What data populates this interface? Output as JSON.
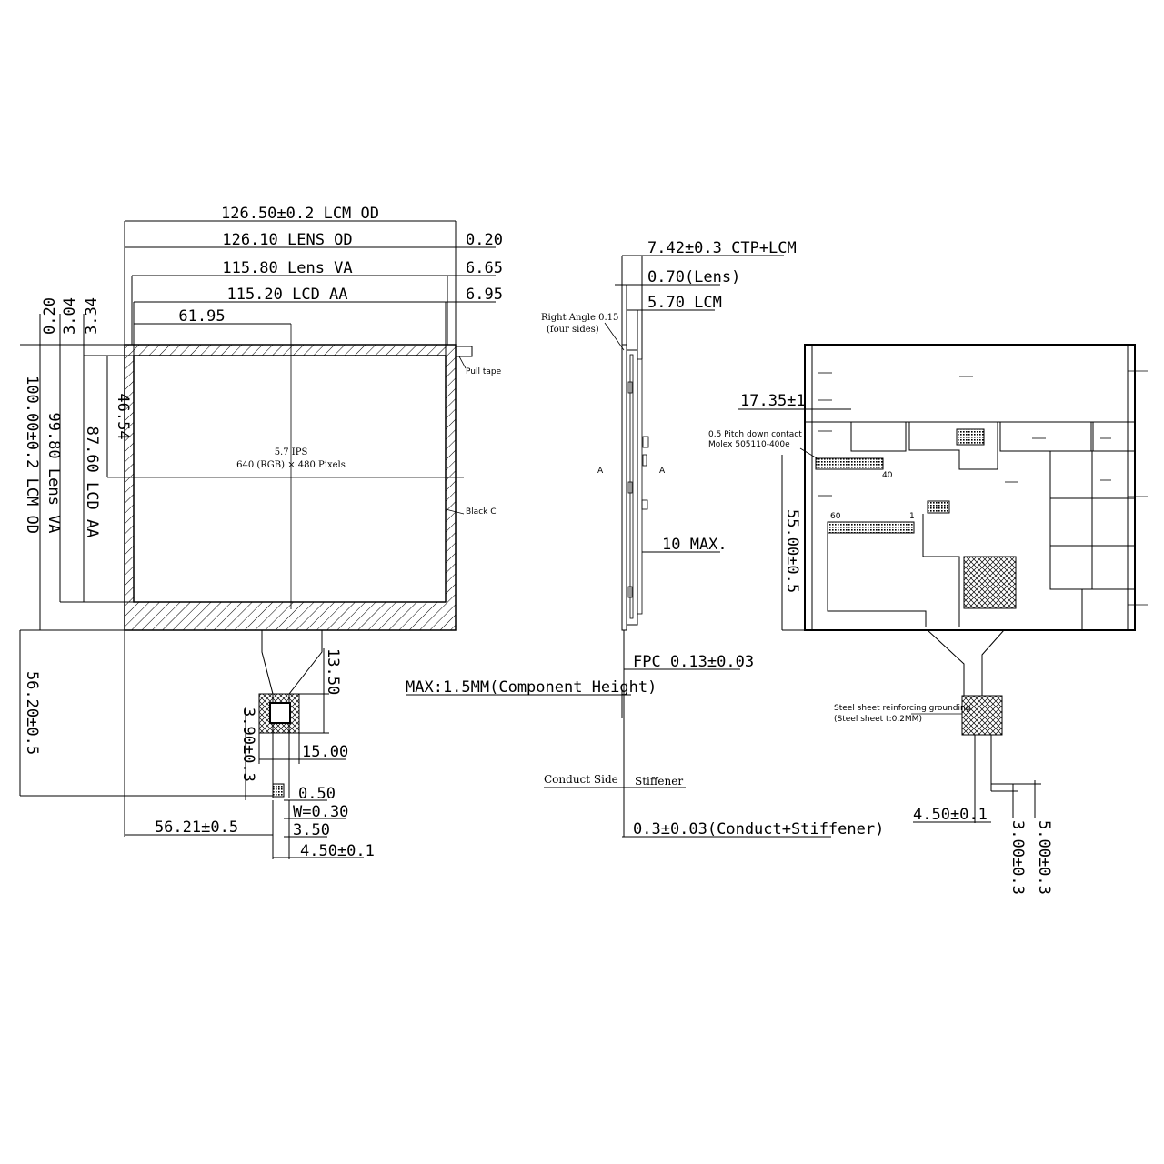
{
  "front_view": {
    "dims": {
      "lcm_od_w": "126.50±0.2 LCM OD",
      "lens_od_w": "126.10 LENS OD",
      "lens_od_off": "0.20",
      "lens_va_w": "115.80 Lens VA",
      "lens_va_off": "6.65",
      "lcd_aa_w": "115.20 LCD AA",
      "lcd_aa_off": "6.95",
      "center_x": "61.95",
      "left_020": "0.20",
      "left_304": "3.04",
      "left_334": "3.34",
      "center_y": "46.54",
      "lcm_od_h": "100.00±0.2 LCM OD",
      "lens_va_h": "99.80 Lens VA",
      "lcd_aa_h": "87.60 LCD AA",
      "fpc_len": "56.20±0.5",
      "stiff_h": "13.50",
      "stiff_pos": "3.90±0.3",
      "stiff_w": "15.00",
      "pin_pitch": "0.50",
      "pin_w": "W=0.30",
      "tail_350": "3.50",
      "tail_450": "4.50±0.1",
      "fpc_x": "56.21±0.5"
    },
    "center_label": "5.7 IPS",
    "pixels_label": "640 (RGB) × 480 Pixels",
    "pull_tape": "Pull tape",
    "black_c": "Black C"
  },
  "side_view": {
    "total": "7.42±0.3 CTP+LCM",
    "lens": "0.70(Lens)",
    "lcm": "5.70 LCM",
    "right_angle": "Right Angle 0.15",
    "four_sides": "(four sides)",
    "max10": "10 MAX.",
    "fpc_thk": "FPC 0.13±0.03",
    "comp_h": "MAX:1.5MM(Component Height)",
    "conduct_side": "Conduct Side",
    "stiffener": "Stiffener",
    "conduct_stiff": "0.3±0.03(Conduct+Stiffener)",
    "section_a1": "A",
    "section_a2": "A"
  },
  "back_view": {
    "dim_1735": "17.35±1",
    "pitch_note": "0.5 Pitch down contact",
    "molex": "Molex 505110-400e",
    "pin40": "40",
    "pin60": "60",
    "pin1": "1",
    "dim_55": "55.00±0.5",
    "steel_note": "Steel sheet reinforcing grounding",
    "steel_thk": "(Steel sheet t:0.2MM)",
    "tail_450": "4.50±0.1",
    "tail_300": "3.00±0.3",
    "tail_500": "5.00±0.3"
  }
}
